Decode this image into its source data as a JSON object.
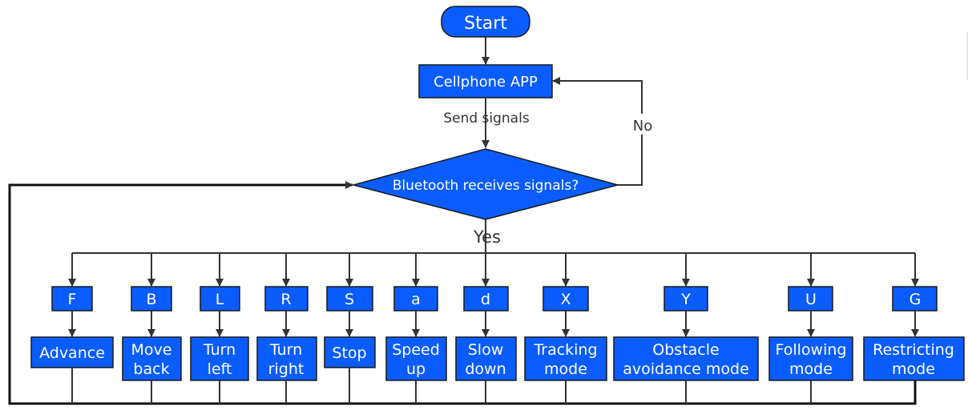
{
  "flowchart": {
    "start": "Start",
    "app": "Cellphone APP",
    "send_label": "Send signals",
    "decision": "Bluetooth receives signals?",
    "no_label": "No",
    "yes_label": "Yes",
    "commands": [
      {
        "code": "F",
        "action": [
          "Advance"
        ]
      },
      {
        "code": "B",
        "action": [
          "Move",
          "back"
        ]
      },
      {
        "code": "L",
        "action": [
          "Turn",
          "left"
        ]
      },
      {
        "code": "R",
        "action": [
          "Turn",
          "right"
        ]
      },
      {
        "code": "S",
        "action": [
          "Stop"
        ]
      },
      {
        "code": "a",
        "action": [
          "Speed",
          "up"
        ]
      },
      {
        "code": "d",
        "action": [
          "Slow",
          "down"
        ]
      },
      {
        "code": "X",
        "action": [
          "Tracking",
          "mode"
        ]
      },
      {
        "code": "Y",
        "action": [
          "Obstacle",
          "avoidance mode"
        ]
      },
      {
        "code": "U",
        "action": [
          "Following",
          "mode"
        ]
      },
      {
        "code": "G",
        "action": [
          "Restricting",
          "mode"
        ]
      }
    ]
  },
  "colors": {
    "node_fill": "#0a5cff",
    "node_border": "#1a1a1a",
    "connector": "#333333",
    "text_on_node": "#ffffff"
  }
}
